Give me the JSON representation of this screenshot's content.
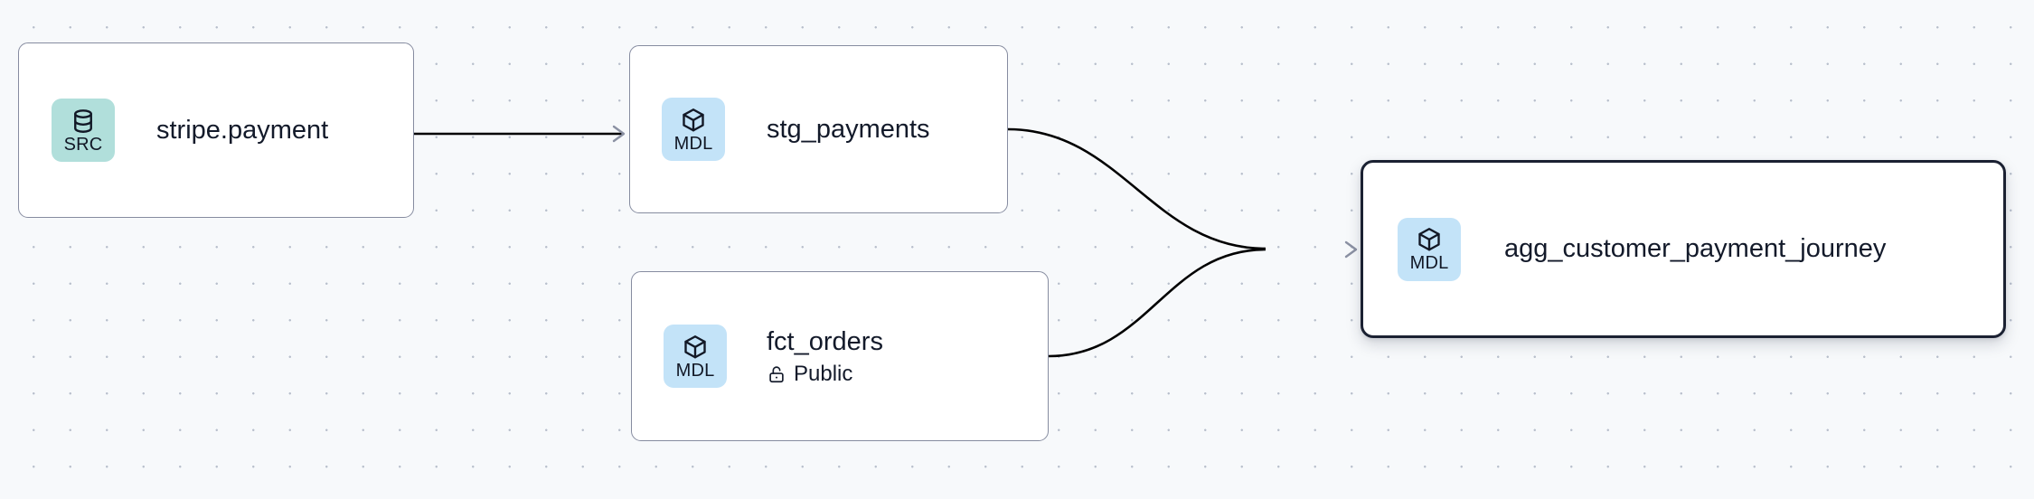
{
  "canvas": {
    "background_color": "#f7f9fb",
    "grid": "dot-grid",
    "grid_dot_color": "#b8bfcc"
  },
  "colors": {
    "source_badge": "#b1dfdb",
    "model_badge": "#c3e3f8",
    "node_border": "#868ca0",
    "selected_border": "#1b2132",
    "edge": "#000000",
    "arrowhead": "#8b91a3",
    "text": "#131a2a"
  },
  "graph": {
    "type": "lineage-dag",
    "nodes": [
      {
        "id": "stripe-payment",
        "title": "stripe.payment",
        "badge_label": "SRC",
        "badge_kind": "source",
        "badge_icon": "database-icon",
        "subtitle": null,
        "subtitle_icon": null,
        "selected": false
      },
      {
        "id": "stg-payments",
        "title": "stg_payments",
        "badge_label": "MDL",
        "badge_kind": "model",
        "badge_icon": "cube-icon",
        "subtitle": null,
        "subtitle_icon": null,
        "selected": false
      },
      {
        "id": "fct-orders",
        "title": "fct_orders",
        "badge_label": "MDL",
        "badge_kind": "model",
        "badge_icon": "cube-icon",
        "subtitle": "Public",
        "subtitle_icon": "unlock-icon",
        "selected": false
      },
      {
        "id": "agg-customer-payment-journey",
        "title": "agg_customer_payment_journey",
        "badge_label": "MDL",
        "badge_kind": "model",
        "badge_icon": "cube-icon",
        "subtitle": null,
        "subtitle_icon": null,
        "selected": true
      }
    ],
    "edges": [
      {
        "id": "e1",
        "from": "stripe-payment",
        "to": "stg-payments",
        "style": "straight"
      },
      {
        "id": "e2",
        "from": "stg-payments",
        "to": "agg-customer-payment-journey",
        "style": "bezier"
      },
      {
        "id": "e3",
        "from": "fct-orders",
        "to": "agg-customer-payment-journey",
        "style": "bezier"
      }
    ]
  }
}
